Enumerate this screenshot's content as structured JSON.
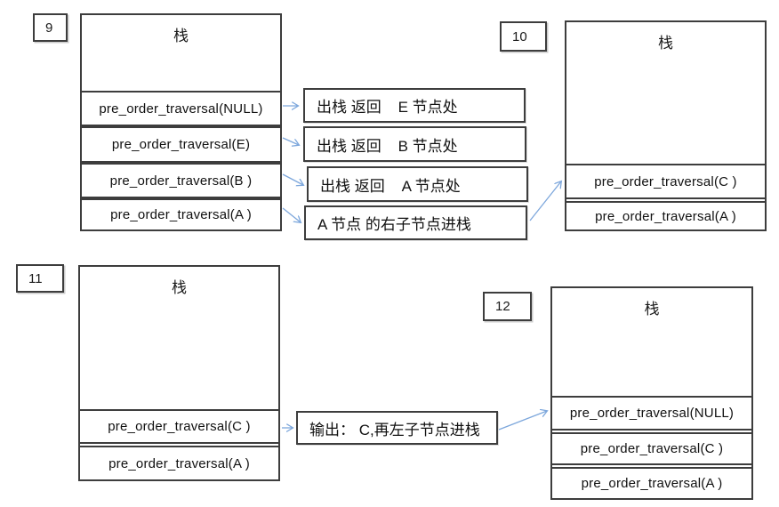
{
  "steps": [
    {
      "id": "9",
      "stack_title": "栈",
      "cells": [
        "pre_order_traversal(NULL)",
        "pre_order_traversal(E)",
        "pre_order_traversal(B )",
        "pre_order_traversal(A )"
      ]
    },
    {
      "id": "10",
      "stack_title": "栈",
      "cells": [
        "pre_order_traversal(C )",
        "pre_order_traversal(A )"
      ]
    },
    {
      "id": "11",
      "stack_title": "栈",
      "cells": [
        "pre_order_traversal(C )",
        "pre_order_traversal(A )"
      ]
    },
    {
      "id": "12",
      "stack_title": "栈",
      "cells": [
        "pre_order_traversal(NULL)",
        "pre_order_traversal(C )",
        "pre_order_traversal(A )"
      ]
    }
  ],
  "annotations": {
    "pop_e": "出栈 返回    E 节点处",
    "pop_b": "出栈 返回    B 节点处",
    "pop_a": "出栈 返回    A 节点处",
    "push_right_child": "A 节点 的右子节点进栈",
    "output_c": "输出： C,再左子节点进栈"
  },
  "colors": {
    "arrow": "#7da7dc",
    "border": "#3d3d3d"
  }
}
